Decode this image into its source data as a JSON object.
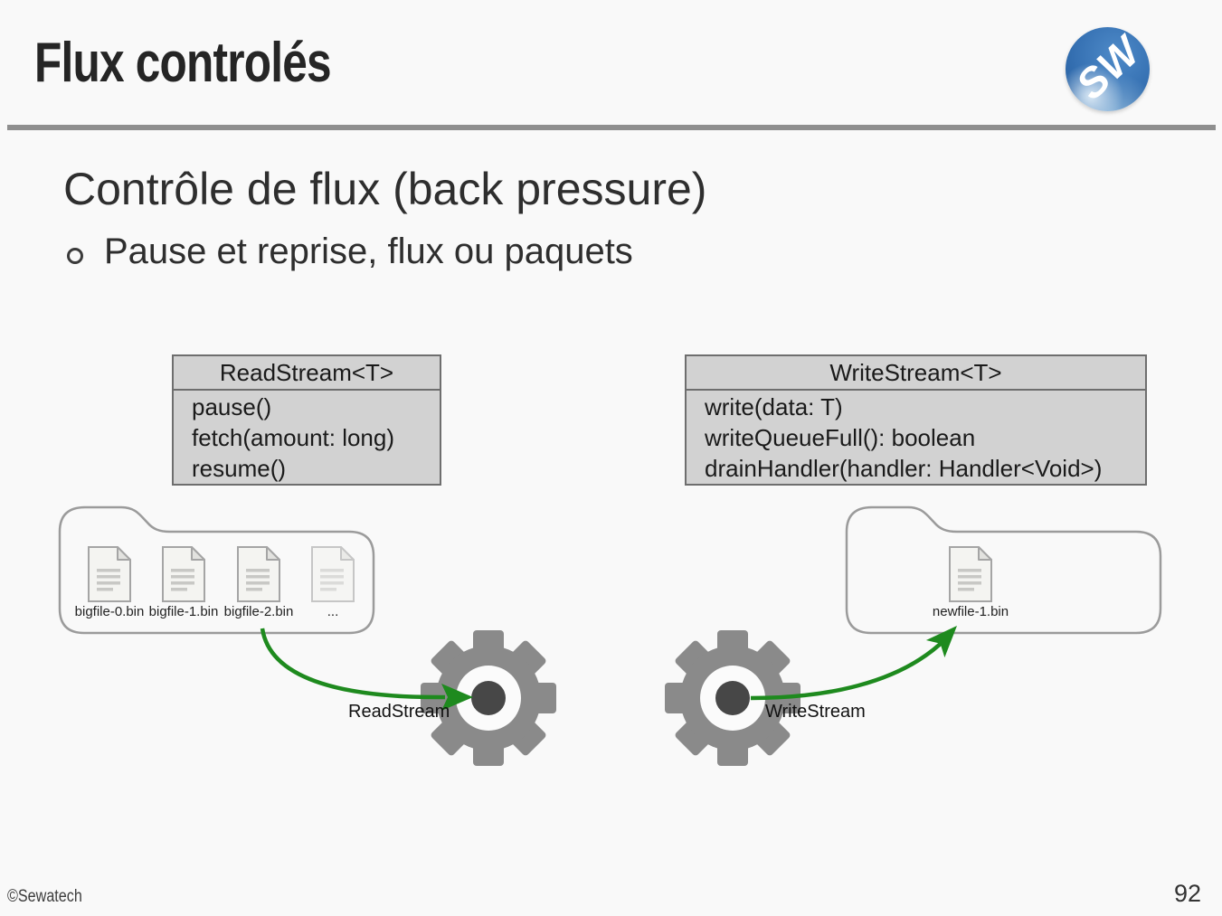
{
  "slide": {
    "title": "Flux controlés",
    "logo_text": "SW",
    "footer": "©Sewatech",
    "page_number": "92"
  },
  "content": {
    "heading": "Contrôle de flux (back pressure)",
    "bullet": "Pause et reprise, flux ou paquets"
  },
  "uml": {
    "read": {
      "title": "ReadStream<T>",
      "methods": [
        "pause()",
        "fetch(amount: long)",
        "resume()"
      ]
    },
    "write": {
      "title": "WriteStream<T>",
      "methods": [
        "write(data: T)",
        "writeQueueFull(): boolean",
        "drainHandler(handler: Handler<Void>)"
      ]
    }
  },
  "diagram": {
    "source_files": [
      {
        "label": "bigfile-0.bin"
      },
      {
        "label": "bigfile-1.bin"
      },
      {
        "label": "bigfile-2.bin"
      },
      {
        "label": "..."
      }
    ],
    "dest_files": [
      {
        "label": "newfile-1.bin"
      }
    ],
    "read_gear_label": "ReadStream",
    "write_gear_label": "WriteStream",
    "colors": {
      "arrow_green": "#1e8a1e",
      "gear_gray": "#8a8a8a",
      "box_fill": "#d2d2d2",
      "box_border": "#6e6e6e",
      "folder_stroke": "#9b9b9b",
      "logo_blue": "#3570b2"
    }
  }
}
